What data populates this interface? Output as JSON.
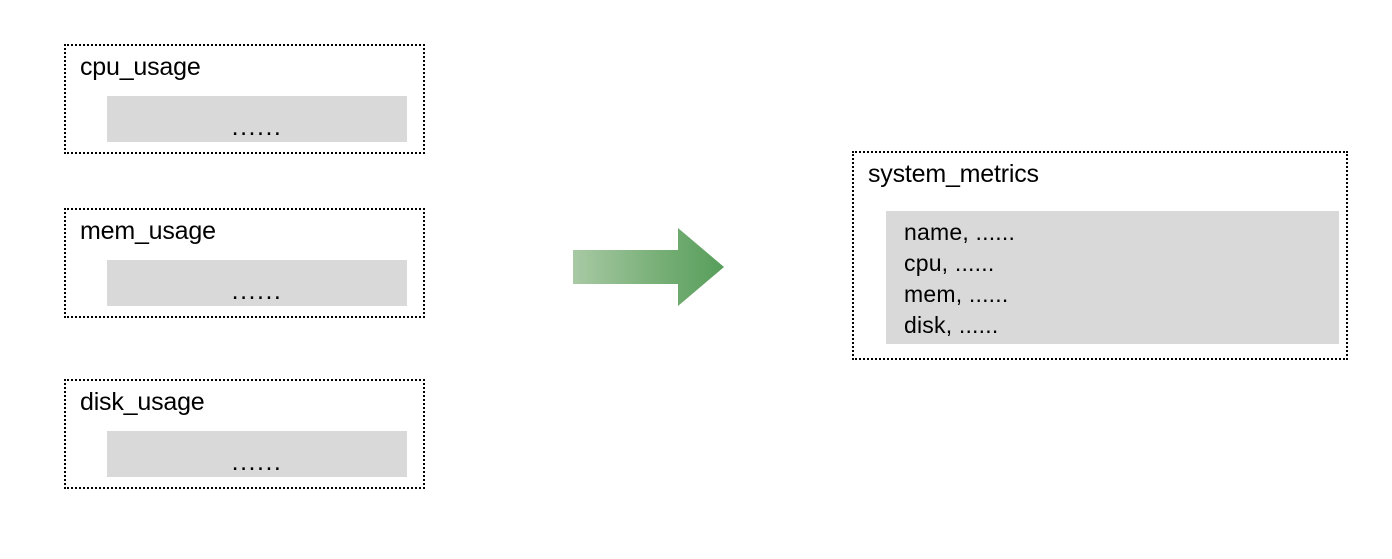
{
  "diagram": {
    "type": "data-consolidation-flow",
    "background_color": "#ffffff",
    "box_border_color": "#000000",
    "panel_fill_color": "#d9d9d9",
    "arrow_gradient_start": "#a5c7a1",
    "arrow_gradient_end": "#59a05c",
    "source_tables": [
      {
        "title": "cpu_usage",
        "body": "......"
      },
      {
        "title": "mem_usage",
        "body": "......"
      },
      {
        "title": "disk_usage",
        "body": "......"
      }
    ],
    "arrow": {
      "label": "",
      "direction": "right",
      "icon": "right-arrow-icon"
    },
    "target_table": {
      "title": "system_metrics",
      "fields": [
        "name, ......",
        "cpu, ......",
        "mem, ......",
        "disk, ......"
      ]
    }
  }
}
